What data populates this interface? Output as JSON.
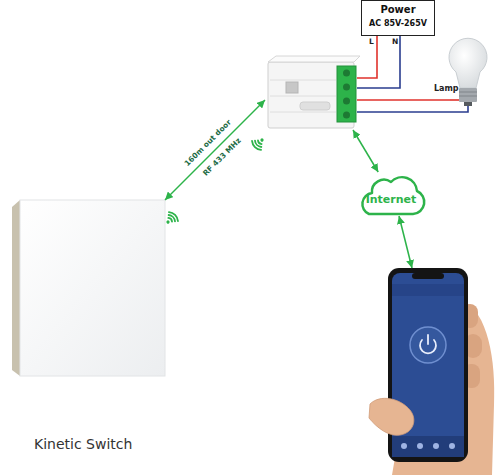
{
  "diagram": {
    "nodes": [
      {
        "text": [
          "Power",
          "AC 85V-265V"
        ]
      },
      {
        "text": []
      },
      {
        "text": [
          "Lamp"
        ]
      },
      {
        "text": [
          "Internet"
        ]
      },
      {
        "text": [
          "Kinetic Switch"
        ]
      },
      {
        "text": []
      }
    ],
    "edges": [
      {
        "from": 0,
        "to": 1,
        "arrow": "none",
        "label": "L"
      },
      {
        "from": 0,
        "to": 1,
        "arrow": "none",
        "label": "N"
      },
      {
        "from": 1,
        "to": 2,
        "arrow": "none"
      },
      {
        "from": 1,
        "to": 2,
        "arrow": "none"
      },
      {
        "from": 4,
        "to": 1,
        "arrow": "both",
        "label": "160m out door"
      },
      {
        "from": 1,
        "to": 3,
        "arrow": "both"
      },
      {
        "from": 3,
        "to": 5,
        "arrow": "both"
      }
    ],
    "labels": [
      "RF 433 MHz"
    ]
  }
}
